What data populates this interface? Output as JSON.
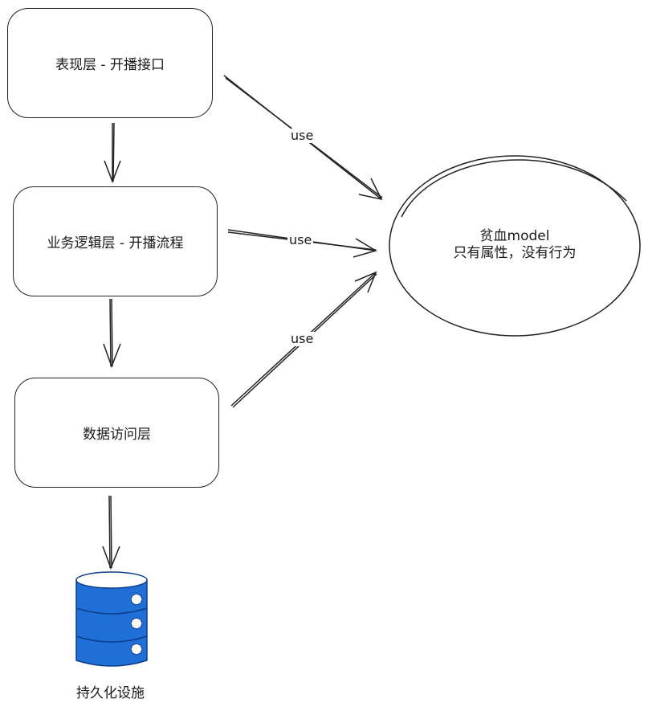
{
  "layers": [
    {
      "label": "表现层 - 开播接口"
    },
    {
      "label": "业务逻辑层 - 开播流程"
    },
    {
      "label": "数据访问层"
    }
  ],
  "model": {
    "line1": "贫血model",
    "line2": "只有属性，没有行为"
  },
  "edges": {
    "use1": "use",
    "use2": "use",
    "use3": "use"
  },
  "storage": {
    "label": "持久化设施",
    "color": "#1f6fd6"
  }
}
